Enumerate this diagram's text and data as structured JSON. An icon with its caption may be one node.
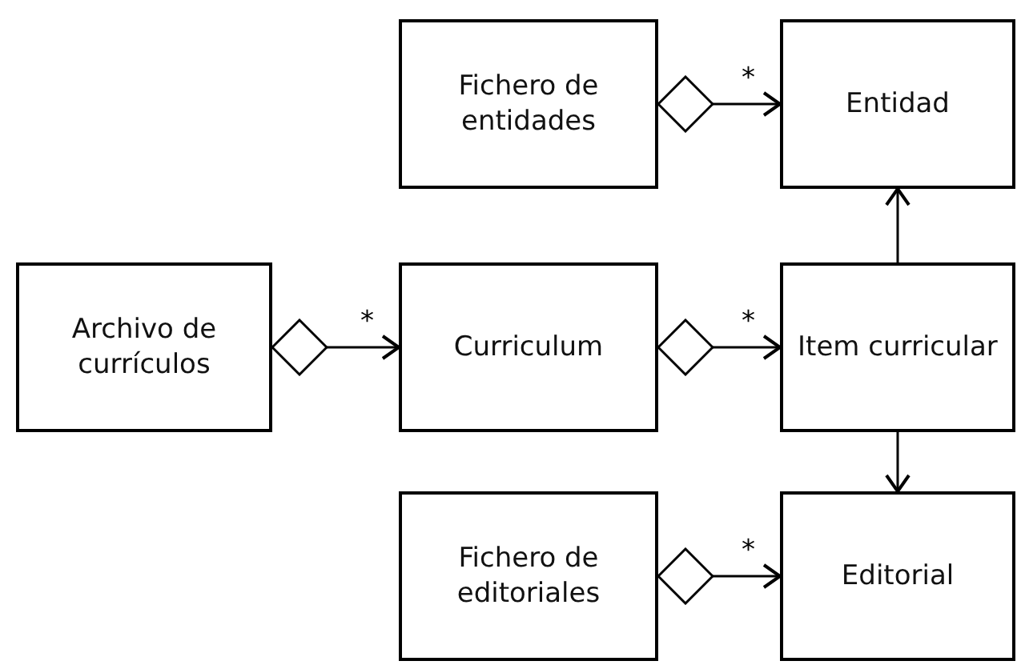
{
  "diagram": {
    "nodes": [
      {
        "text": [
          "Fichero de entidades"
        ]
      },
      {
        "text": [
          "Entidad"
        ]
      },
      {
        "text": [
          "Archivo de currículos"
        ]
      },
      {
        "text": [
          "Curriculum"
        ]
      },
      {
        "text": [
          "Item curricular"
        ]
      },
      {
        "text": [
          "Fichero de editoriales"
        ]
      },
      {
        "text": [
          "Editorial"
        ]
      }
    ],
    "edges": [
      {
        "from": 0,
        "to": 1,
        "arrow": "to",
        "label": "*"
      },
      {
        "from": 2,
        "to": 3,
        "arrow": "to",
        "label": "*"
      },
      {
        "from": 3,
        "to": 4,
        "arrow": "to",
        "label": "*"
      },
      {
        "from": 4,
        "to": 1,
        "arrow": "to"
      },
      {
        "from": 4,
        "to": 6,
        "arrow": "to"
      },
      {
        "from": 5,
        "to": 6,
        "arrow": "to",
        "label": "*"
      }
    ]
  }
}
